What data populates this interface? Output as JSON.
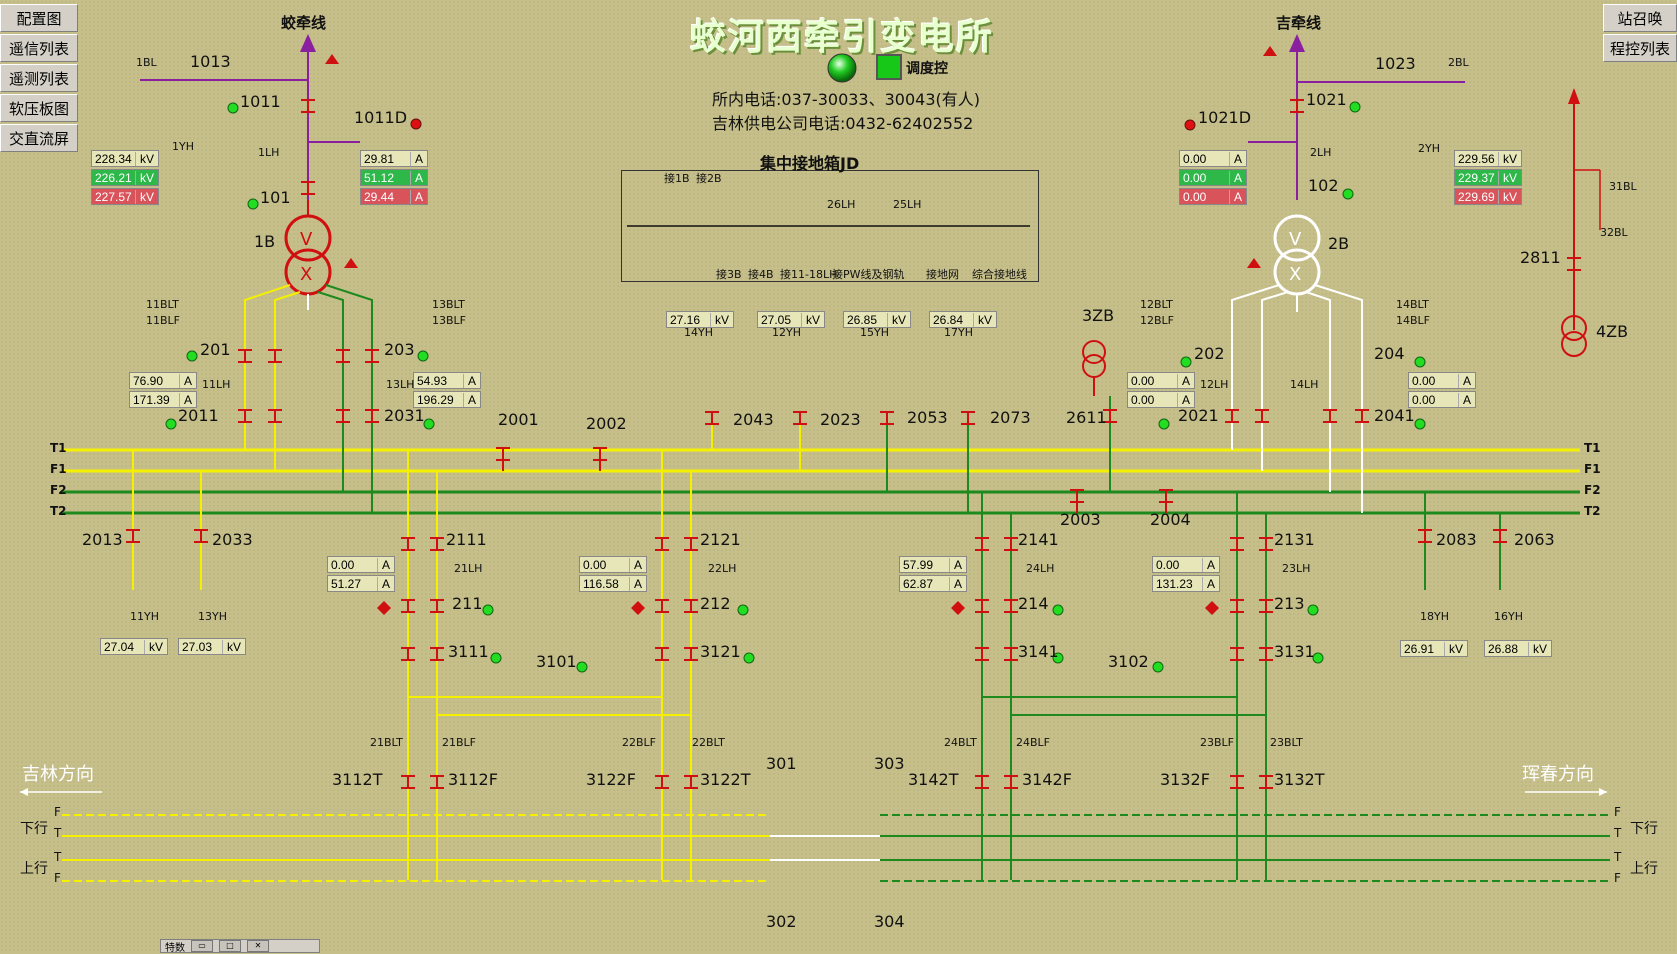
{
  "app": {
    "title": "蛟河西牵引变电所",
    "phone_internal": "所内电话:037-30033、30043(有人)",
    "phone_company": "吉林供电公司电话:0432-62402552",
    "control_mode_label": "调度控",
    "left_direction": "吉林方向",
    "right_direction": "珲春方向"
  },
  "nav": {
    "left": [
      "配置图",
      "遥信列表",
      "遥测列表",
      "软压板图",
      "交直流屏"
    ],
    "right": [
      "站召唤",
      "程控列表"
    ]
  },
  "lines": {
    "left_feeder": "蛟牵线",
    "right_feeder": "吉牵线"
  },
  "jd_box": {
    "title": "集中接地箱JD",
    "top_labels": [
      "接1B",
      "接2B",
      "26LH",
      "25LH"
    ],
    "bottom_labels": [
      "接3B",
      "接4B",
      "接11-18LH",
      "接PW线及钢轨",
      "接地网",
      "综合接地线"
    ]
  },
  "bus_labels": {
    "left": [
      "T1",
      "F1",
      "F2",
      "T2"
    ],
    "right": [
      "T1",
      "F1",
      "F2",
      "T2"
    ],
    "track_left": [
      "下行",
      "上行"
    ],
    "track_right": [
      "下行",
      "上行"
    ],
    "track_f_t": [
      "F",
      "T",
      "T",
      "F"
    ]
  },
  "measure_left_voltage": [
    {
      "value": "228.34",
      "unit": "kV",
      "style": "y"
    },
    {
      "value": "226.21",
      "unit": "kV",
      "style": "g"
    },
    {
      "value": "227.57",
      "unit": "kV",
      "style": "r"
    }
  ],
  "measure_left_current": [
    {
      "value": "29.81",
      "unit": "A",
      "style": "y"
    },
    {
      "value": "51.12",
      "unit": "A",
      "style": "g"
    },
    {
      "value": "29.44",
      "unit": "A",
      "style": "r"
    }
  ],
  "measure_right_current": [
    {
      "value": "0.00",
      "unit": "A",
      "style": "y"
    },
    {
      "value": "0.00",
      "unit": "A",
      "style": "g"
    },
    {
      "value": "0.00",
      "unit": "A",
      "style": "r"
    }
  ],
  "measure_right_voltage": [
    {
      "value": "229.56",
      "unit": "kV",
      "style": "y"
    },
    {
      "value": "229.37",
      "unit": "kV",
      "style": "g"
    },
    {
      "value": "229.69",
      "unit": "kV",
      "style": "r"
    }
  ],
  "measure_11lh": [
    {
      "value": "76.90",
      "unit": "A"
    },
    {
      "value": "171.39",
      "unit": "A"
    }
  ],
  "measure_13lh": [
    {
      "value": "54.93",
      "unit": "A"
    },
    {
      "value": "196.29",
      "unit": "A"
    }
  ],
  "measure_12lh": [
    {
      "value": "0.00",
      "unit": "A"
    },
    {
      "value": "0.00",
      "unit": "A"
    }
  ],
  "measure_14lh": [
    {
      "value": "0.00",
      "unit": "A"
    },
    {
      "value": "0.00",
      "unit": "A"
    }
  ],
  "measure_pt_top": [
    {
      "value": "27.16",
      "unit": "kV"
    },
    {
      "value": "27.05",
      "unit": "kV"
    },
    {
      "value": "26.85",
      "unit": "kV"
    },
    {
      "value": "26.84",
      "unit": "kV"
    }
  ],
  "measure_21lh": [
    {
      "value": "0.00",
      "unit": "A"
    },
    {
      "value": "51.27",
      "unit": "A"
    }
  ],
  "measure_22lh": [
    {
      "value": "0.00",
      "unit": "A"
    },
    {
      "value": "116.58",
      "unit": "A"
    }
  ],
  "measure_24lh": [
    {
      "value": "57.99",
      "unit": "A"
    },
    {
      "value": "62.87",
      "unit": "A"
    }
  ],
  "measure_23lh": [
    {
      "value": "0.00",
      "unit": "A"
    },
    {
      "value": "131.23",
      "unit": "A"
    }
  ],
  "measure_11yh": {
    "value": "27.04",
    "unit": "kV"
  },
  "measure_13yh": {
    "value": "27.03",
    "unit": "kV"
  },
  "measure_18yh": {
    "value": "26.91",
    "unit": "kV"
  },
  "measure_16yh": {
    "value": "26.88",
    "unit": "kV"
  },
  "labels": {
    "l1013": "1013",
    "l1BL": "1BL",
    "l1YH": "1YH",
    "l1011": "1011",
    "l1011D": "1011D",
    "l1LH": "1LH",
    "l101": "101",
    "l1B": "1B",
    "l11BLT": "11BLT",
    "l11BLF": "11BLF",
    "l13BLT": "13BLT",
    "l13BLF": "13BLF",
    "l201": "201",
    "l203": "203",
    "l11LH": "11LH",
    "l13LH": "13LH",
    "l2011": "2011",
    "l2031": "2031",
    "l1023": "1023",
    "l2BL": "2BL",
    "l2YH": "2YH",
    "l1021": "1021",
    "l1021D": "1021D",
    "l2LH": "2LH",
    "l102": "102",
    "l2B": "2B",
    "l12BLT": "12BLT",
    "l12BLF": "12BLF",
    "l14BLT": "14BLT",
    "l14BLF": "14BLF",
    "l202": "202",
    "l204": "204",
    "l12LH": "12LH",
    "l14LH": "14LH",
    "l2021": "2021",
    "l2041": "2041",
    "l31BL": "31BL",
    "l32BL": "32BL",
    "l2811": "2811",
    "l4ZB": "4ZB",
    "l3ZB": "3ZB",
    "l2611": "2611",
    "l2001": "2001",
    "l2002": "2002",
    "l2003": "2003",
    "l2004": "2004",
    "l14YH": "14YH",
    "l12YH": "12YH",
    "l15YH": "15YH",
    "l17YH": "17YH",
    "l2043": "2043",
    "l2023": "2023",
    "l2053": "2053",
    "l2073": "2073",
    "l2013": "2013",
    "l2033": "2033",
    "l11YH": "11YH",
    "l13YH": "13YH",
    "l2083": "2083",
    "l2063": "2063",
    "l18YH": "18YH",
    "l16YH": "16YH",
    "l2111": "2111",
    "l21LH": "21LH",
    "l211": "211",
    "l3111": "3111",
    "l2121": "2121",
    "l22LH": "22LH",
    "l212": "212",
    "l3121": "3121",
    "l2141": "2141",
    "l24LH": "24LH",
    "l214": "214",
    "l3141": "3141",
    "l2131": "2131",
    "l23LH": "23LH",
    "l213": "213",
    "l3131": "3131",
    "l3101": "3101",
    "l3102": "3102",
    "l21BLT": "21BLT",
    "l21BLF": "21BLF",
    "l22BLF": "22BLF",
    "l22BLT": "22BLT",
    "l24BLT": "24BLT",
    "l24BLF": "24BLF",
    "l23BLF": "23BLF",
    "l23BLT": "23BLT",
    "l3112T": "3112T",
    "l3112F": "3112F",
    "l3122F": "3122F",
    "l3122T": "3122T",
    "l3142T": "3142T",
    "l3142F": "3142F",
    "l3132F": "3132F",
    "l3132T": "3132T",
    "l301": "301",
    "l302": "302",
    "l303": "303",
    "l304": "304"
  },
  "taskbar": {
    "label": "特数"
  },
  "colors": {
    "background": "#c6bf8a",
    "bus_yellow": "#f4f000",
    "bus_green": "#1e8a1e",
    "hv_purple": "#8a1fa0",
    "transformer_red": "#d01010",
    "indicator_green": "#22dd22",
    "indicator_red": "#dd1111"
  }
}
